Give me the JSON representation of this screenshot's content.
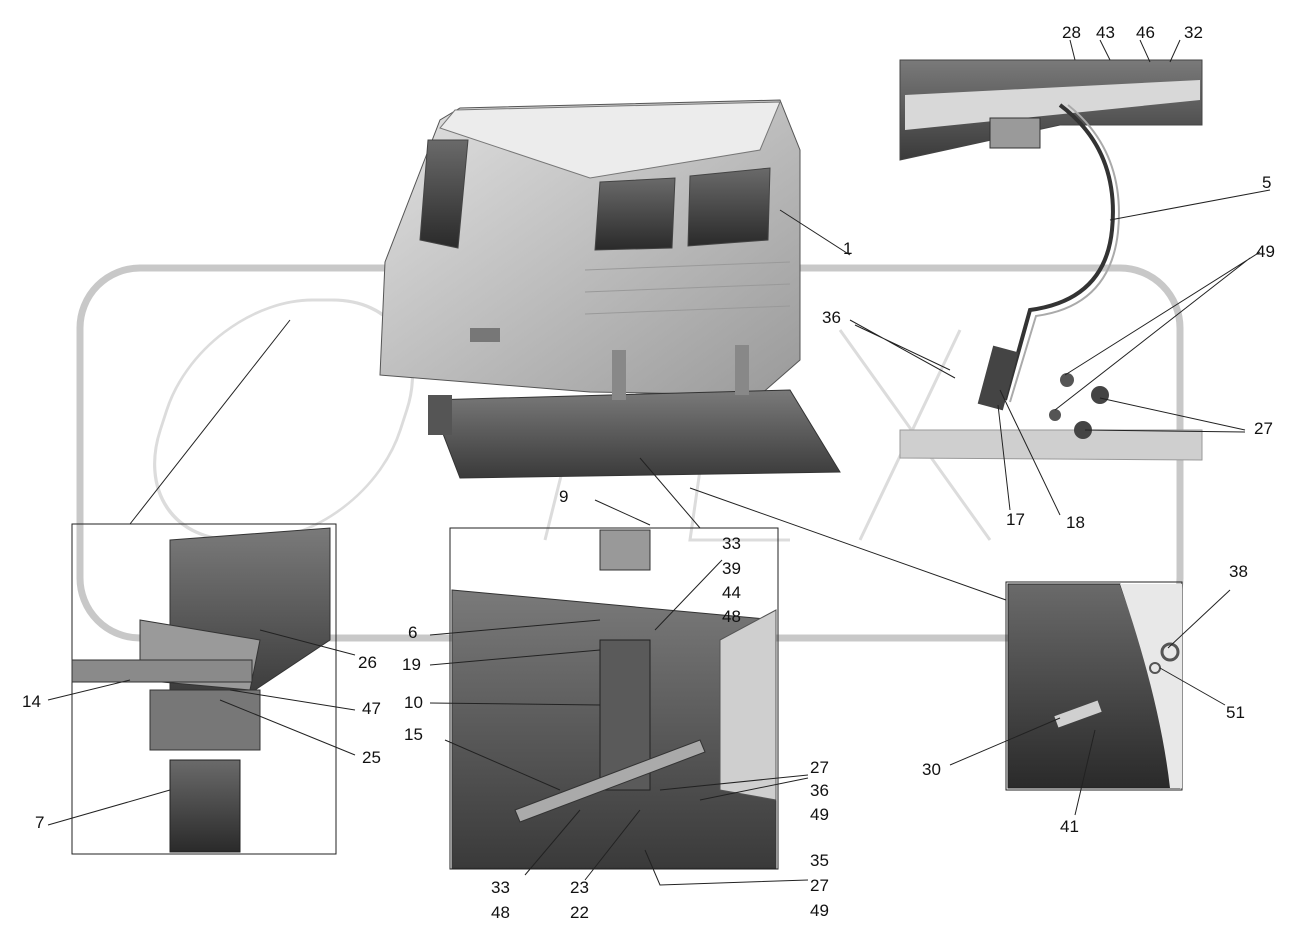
{
  "diagram": {
    "watermark": "OPEX",
    "callouts": {
      "c28": "28",
      "c43": "43",
      "c46": "46",
      "c32": "32",
      "c5": "5",
      "c1": "1",
      "c49a": "49",
      "c36a": "36",
      "c27a": "27",
      "c17": "17",
      "c18": "18",
      "c9": "9",
      "c33a": "33",
      "c39": "39",
      "c44": "44",
      "c48a": "48",
      "c6": "6",
      "c19": "19",
      "c26": "26",
      "c14": "14",
      "c47": "47",
      "c10": "10",
      "c25": "25",
      "c15": "15",
      "c7": "7",
      "c27b": "27",
      "c36b": "36",
      "c49b": "49",
      "c33b": "33",
      "c48b": "48",
      "c23": "23",
      "c22": "22",
      "c35": "35",
      "c27c": "27",
      "c49c": "49",
      "c38": "38",
      "c51": "51",
      "c30": "30",
      "c41": "41"
    }
  }
}
